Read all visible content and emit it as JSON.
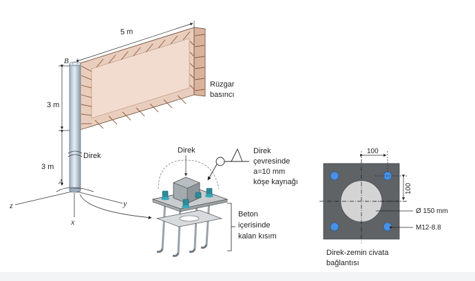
{
  "labels": {
    "width_5m": "5 m",
    "point_b": "B",
    "height_upper": "3 m",
    "height_lower": "3 m",
    "point_a": "A",
    "wind_pressure_line1": "Rüzgar",
    "wind_pressure_line2": "basıncı",
    "pole": "Direk",
    "axis_z": "z",
    "axis_y": "y",
    "axis_x": "x",
    "detail_pole": "Direk",
    "weld_line1": "Direk",
    "weld_line2": "çevresinde",
    "weld_line3": "a=10 mm",
    "weld_line4": "köşe kaynağı",
    "concrete_line1": "Beton",
    "concrete_line2": "içerisinde",
    "concrete_line3": "kalan kısım",
    "dim_100_horizontal": "100",
    "dim_100_vertical": "100",
    "diameter": "Ø 150 mm",
    "bolt": "M12-8.8",
    "caption_line1": "Direk-zemin civata",
    "caption_line2": "bağlantısı"
  },
  "colors": {
    "sign_face": "#e8cfc0",
    "sign_hatch": "#8b5a3c",
    "plate": "#5f6366",
    "hole": "#d4d4d4",
    "bolt": "#4a90e2",
    "pole": "#c8d3dd"
  }
}
